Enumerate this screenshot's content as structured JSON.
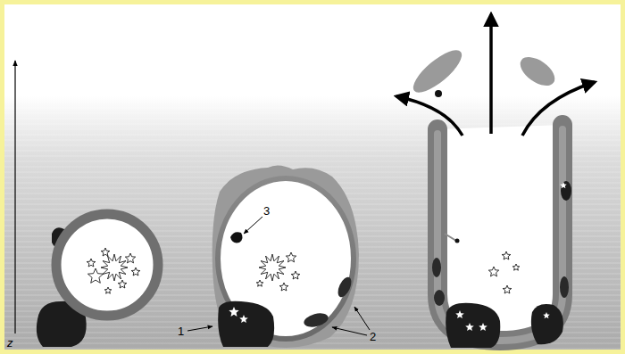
{
  "diagram": {
    "labels": [
      "z",
      "1",
      "2",
      "3"
    ]
  }
}
